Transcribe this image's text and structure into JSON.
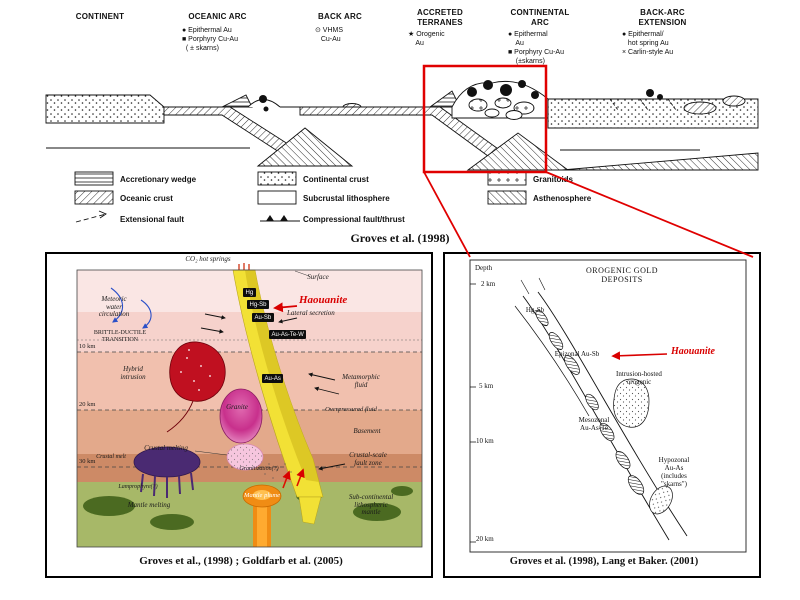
{
  "colors": {
    "highlight_red": "#dd0000",
    "annotation_red": "#d90000",
    "fault_yellow": "#f2e135",
    "plume_orange": "#f08c14",
    "mantle_green": "#a7b868"
  },
  "top_diagram": {
    "columns": [
      {
        "title": "CONTINENT"
      },
      {
        "title": "OCEANIC ARC",
        "items": "● Epithermal Au\n■ Porphyry Cu-Au\n  ( ± skarns)"
      },
      {
        "title": "BACK ARC",
        "items": "⊙ VHMS\n   Cu-Au"
      },
      {
        "title": "ACCRETED\nTERRANES",
        "items": "★ Orogenic\n    Au"
      },
      {
        "title": "CONTINENTAL\nARC",
        "items": "● Epithermal\n    Au\n■ Porphyry Cu-Au\n    (±skarns)"
      },
      {
        "title": "BACK-ARC\nEXTENSION",
        "items": "● Epithermal/\n   hot spring Au\n× Carlin-style Au"
      }
    ],
    "legend": [
      "Accretionary wedge",
      "Oceanic crust",
      "Extensional fault",
      "Continental crust",
      "Subcrustal lithosphere",
      "Compressional fault/thrust",
      "Granitoids",
      "Asthenosphere"
    ],
    "caption": "Groves et al. (1998)"
  },
  "left_panel": {
    "labels": {
      "co2": "CO₂ hot springs",
      "surface": "Surface",
      "meteoric": "Meteoric\nwater\ncirculation",
      "lateral": "Lateral secretion",
      "bdt": "BRITTLE-DUCTILE\nTRANSITION",
      "d10": "10 km",
      "d20": "20 km",
      "d30": "30 km",
      "hybrid": "Hybrid\nintrusion",
      "metamorphic": "Metamorphic\nfluid",
      "granite": "Granite",
      "overpressured": "Overpressured fluid",
      "basement": "Basement",
      "crustal_melting": "Crustal melting",
      "fault_zone": "Crustal-scale\nfault zone",
      "granitization": "Granitization(?)",
      "crustal_melt": "Crustal melt",
      "lamprophyre": "Lamprophyre(?)",
      "mantle_melting": "Mantle melting",
      "mantle_plume": "Mantle plume",
      "subcontinental": "Sub-continental\nlithospheric\nmantle"
    },
    "deposit_boxes": [
      "Hg",
      "Hg-Sb",
      "Au-Sb",
      "Au-As-Te-W",
      "Au-As"
    ],
    "annotation": "Haouanite",
    "caption": "Groves et al., (1998) ; Goldfarb et al. (2005)"
  },
  "right_panel": {
    "depth_label": "Depth",
    "depth_ticks": [
      "2 km",
      "5 km",
      "10 km",
      "20 km"
    ],
    "title": "OROGENIC GOLD\nDEPOSITS",
    "labels": {
      "hg_sb": "Hg-Sb",
      "epizonal": "Epizonal Au-Sb",
      "intrusion": "Intrusion-hosted\norogenic",
      "mesozonal": "Mesozonal\nAu-As-Te",
      "hypozonal": "Hypozonal\nAu-As\n(includes\n\"skarns\")"
    },
    "annotation": "Haouanite",
    "caption": "Groves et al. (1998), Lang et Baker. (2001)"
  }
}
